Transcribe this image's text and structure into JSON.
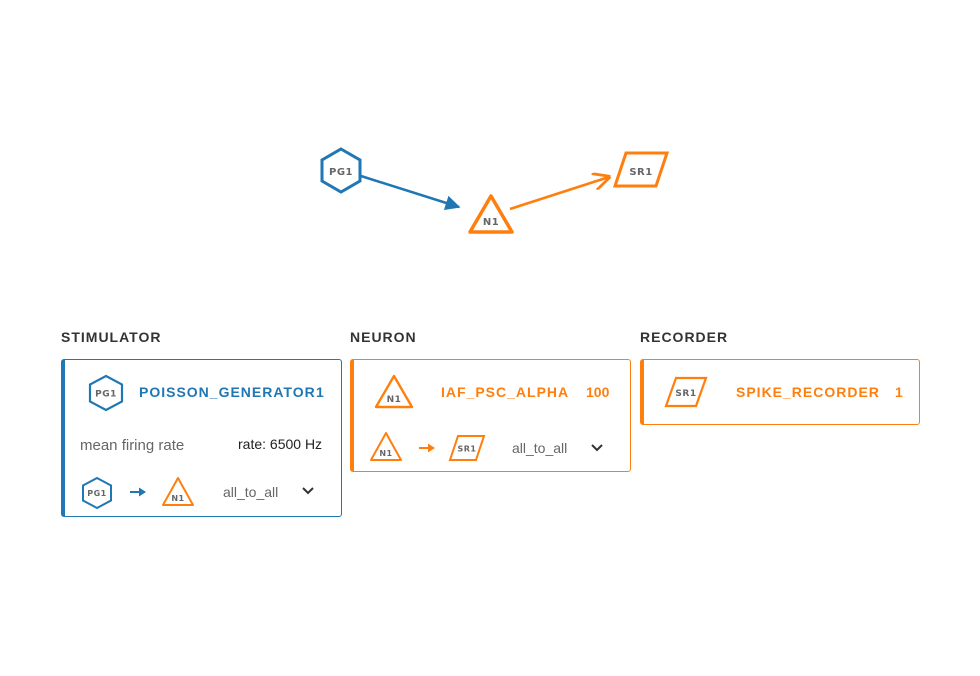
{
  "colors": {
    "stimulator": "#1f77b4",
    "neuron": "#ff7f0e",
    "recorder": "#ff7f0e",
    "text_muted": "#666666",
    "title": "#333333"
  },
  "graph": {
    "nodes": [
      {
        "id": "PG1",
        "shape": "hexagon",
        "color": "#1f77b4"
      },
      {
        "id": "N1",
        "shape": "triangle",
        "color": "#ff7f0e"
      },
      {
        "id": "SR1",
        "shape": "parallelogram",
        "color": "#ff7f0e"
      }
    ],
    "edges": [
      {
        "source": "PG1",
        "target": "N1",
        "color": "#1f77b4"
      },
      {
        "source": "N1",
        "target": "SR1",
        "color": "#ff7f0e"
      }
    ]
  },
  "columns": {
    "stimulator": {
      "title": "STIMULATOR",
      "node": {
        "label": "PG1",
        "model": "POISSON_GENERATOR",
        "count": "1",
        "params": [
          {
            "label": "mean firing rate",
            "value": "rate: 6500 Hz"
          }
        ],
        "connection": {
          "source": "PG1",
          "target": "N1",
          "rule": "all_to_all"
        }
      }
    },
    "neuron": {
      "title": "NEURON",
      "node": {
        "label": "N1",
        "model": "IAF_PSC_ALPHA",
        "count": "100",
        "connection": {
          "source": "N1",
          "target": "SR1",
          "rule": "all_to_all"
        }
      }
    },
    "recorder": {
      "title": "RECORDER",
      "node": {
        "label": "SR1",
        "model": "SPIKE_RECORDER",
        "count": "1"
      }
    }
  },
  "icons": {
    "hexagon": "hexagon-node-icon",
    "triangle": "triangle-node-icon",
    "parallelogram": "parallelogram-node-icon",
    "arrow": "arrow-right-icon",
    "chevron": "chevron-down-icon"
  }
}
